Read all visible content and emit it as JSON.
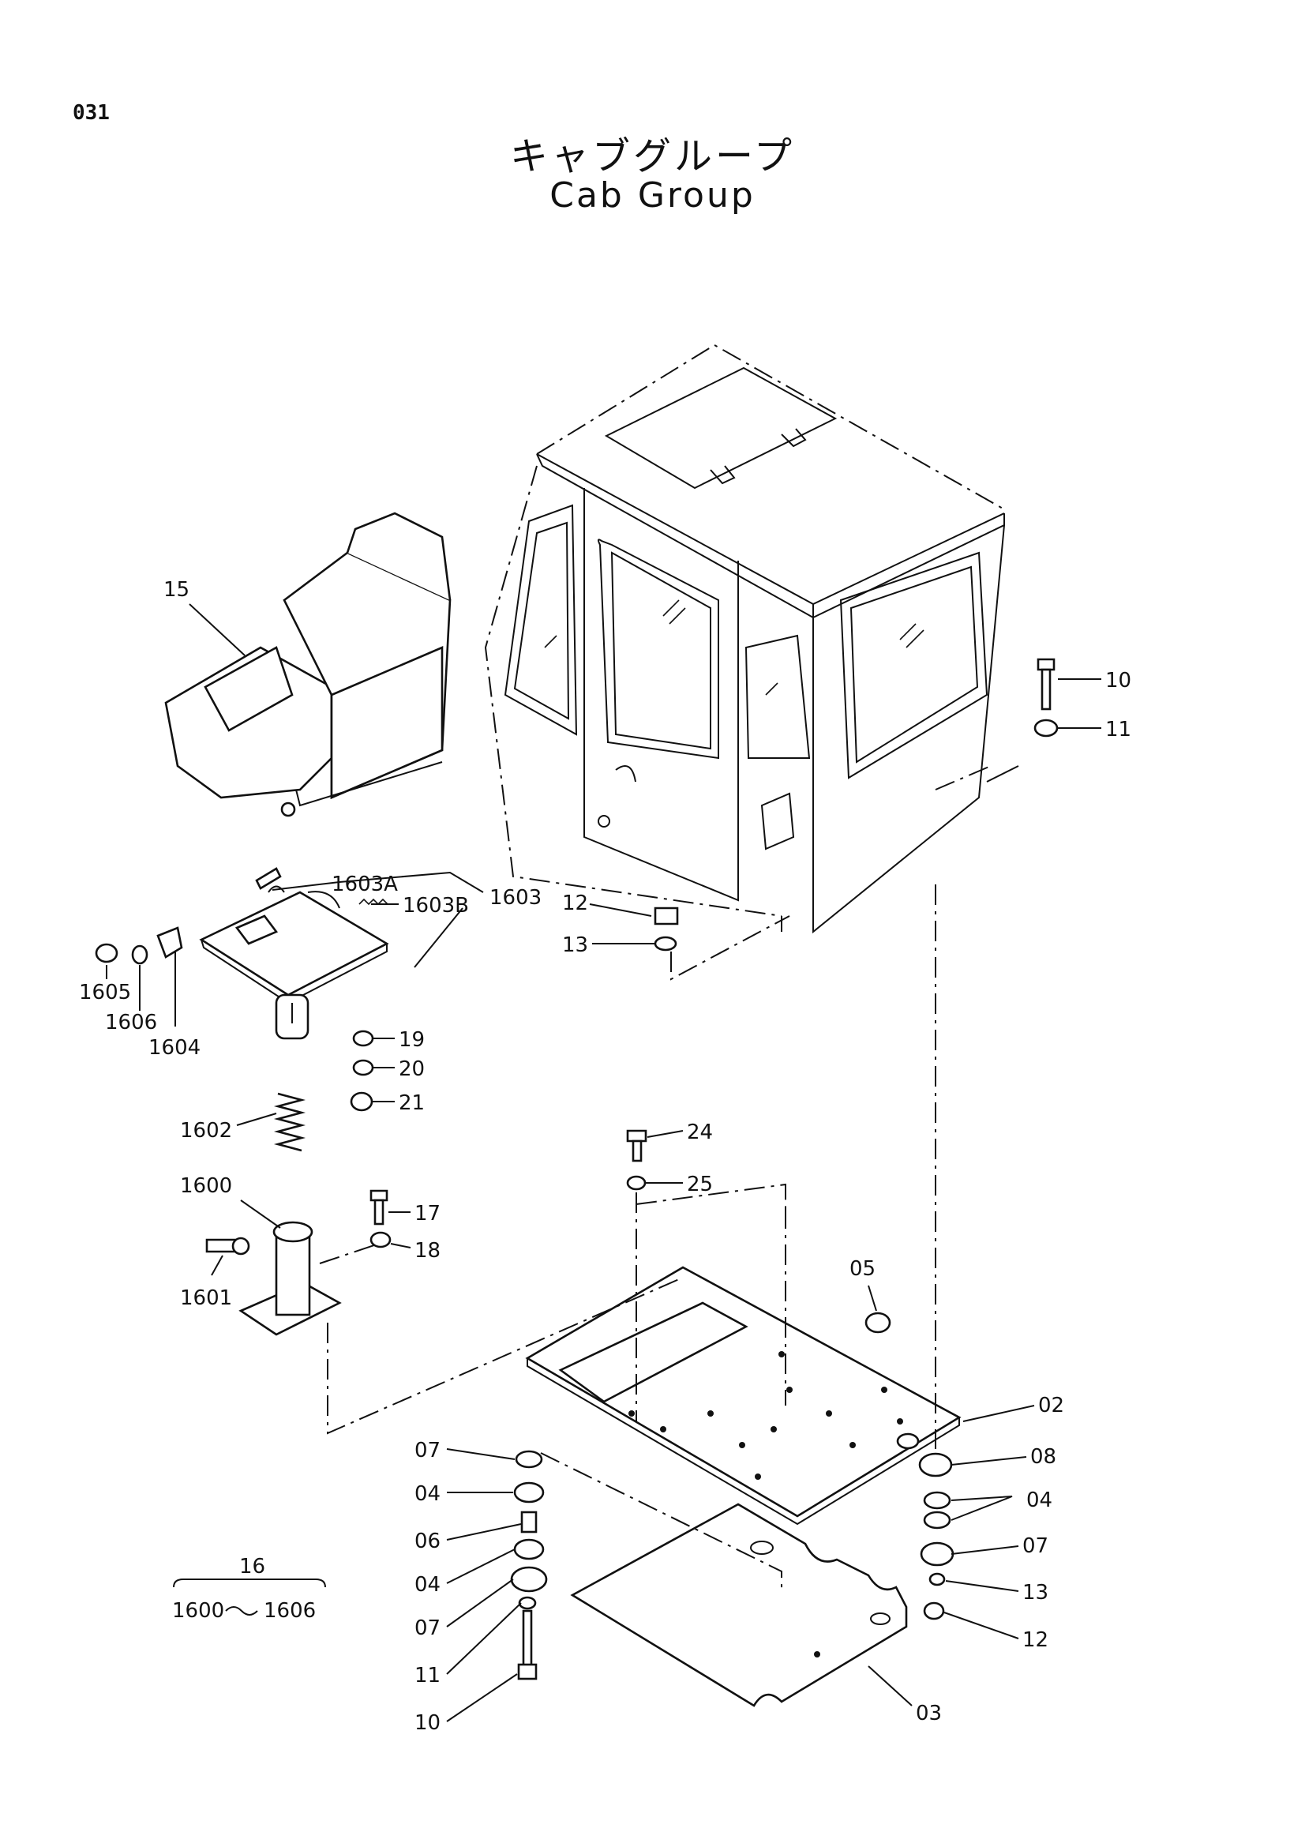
{
  "page_number": "031",
  "title_jp": "キャブグループ",
  "title_en": "Cab Group",
  "group_label": {
    "number": "16",
    "range_start": "1600",
    "range_end": "1606"
  },
  "parts": {
    "p02": "02",
    "p03": "03",
    "p04a": "04",
    "p04b": "04",
    "p04c": "04",
    "p05": "05",
    "p06": "06",
    "p07a": "07",
    "p07b": "07",
    "p07c": "07",
    "p08": "08",
    "p10a": "10",
    "p10b": "10",
    "p11a": "11",
    "p11b": "11",
    "p12a": "12",
    "p12b": "12",
    "p13a": "13",
    "p13b": "13",
    "p15": "15",
    "p17": "17",
    "p18": "18",
    "p19": "19",
    "p20": "20",
    "p21": "21",
    "p24": "24",
    "p25": "25",
    "p1600": "1600",
    "p1601": "1601",
    "p1602": "1602",
    "p1603": "1603",
    "p1603A": "1603A",
    "p1603B": "1603B",
    "p1604": "1604",
    "p1605": "1605",
    "p1606": "1606"
  }
}
